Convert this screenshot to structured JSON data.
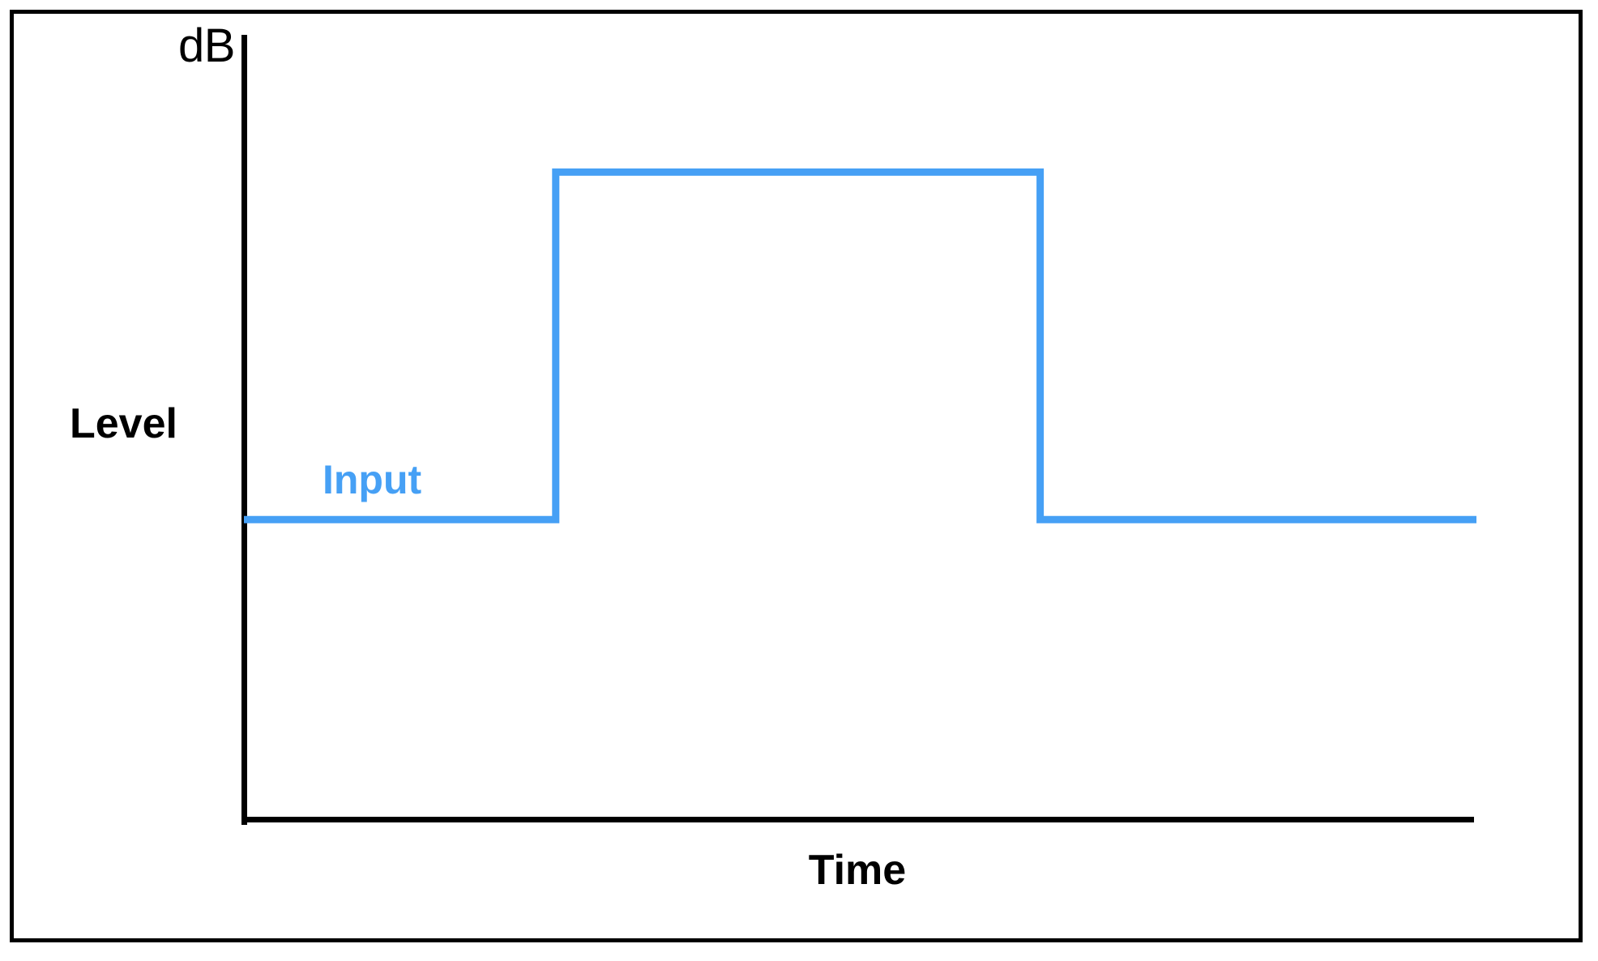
{
  "figure": {
    "title": "",
    "border_color": "#000000",
    "background": "#ffffff"
  },
  "axes": {
    "y_unit_label": "dB",
    "y_axis_title": "Level",
    "x_axis_title": "Time",
    "axis_color": "#000000"
  },
  "series": [
    {
      "name": "Input",
      "label": "Input",
      "color": "#46A0F5"
    }
  ],
  "chart_data": {
    "type": "line",
    "title": "",
    "subtitle": "",
    "xlabel": "Time",
    "ylabel": "Level",
    "y_unit": "dB",
    "grid": false,
    "legend": "inline-annotation",
    "xlim": [
      0,
      100
    ],
    "ylim": [
      0,
      100
    ],
    "xticks": [],
    "yticks": [],
    "annotations": [
      {
        "text": "Input",
        "x": 7.0,
        "y": 48.0,
        "color": "#46A0F5"
      },
      {
        "text": "dB",
        "x": -2.0,
        "y": 100.0,
        "color": "#000000"
      }
    ],
    "series": [
      {
        "name": "Input",
        "color": "#46A0F5",
        "shape": "step",
        "description": "Flat low level, abrupt step up to a high plateau, abrupt step back down to the original low level.",
        "x": [
          0.0,
          25.3,
          25.3,
          64.6,
          64.6,
          100.0
        ],
        "y": [
          38.2,
          38.2,
          82.5,
          82.5,
          38.2,
          38.2
        ],
        "levels": {
          "low": 38.2,
          "high": 82.5
        },
        "step_up_x": 25.3,
        "step_down_x": 64.6
      }
    ]
  }
}
